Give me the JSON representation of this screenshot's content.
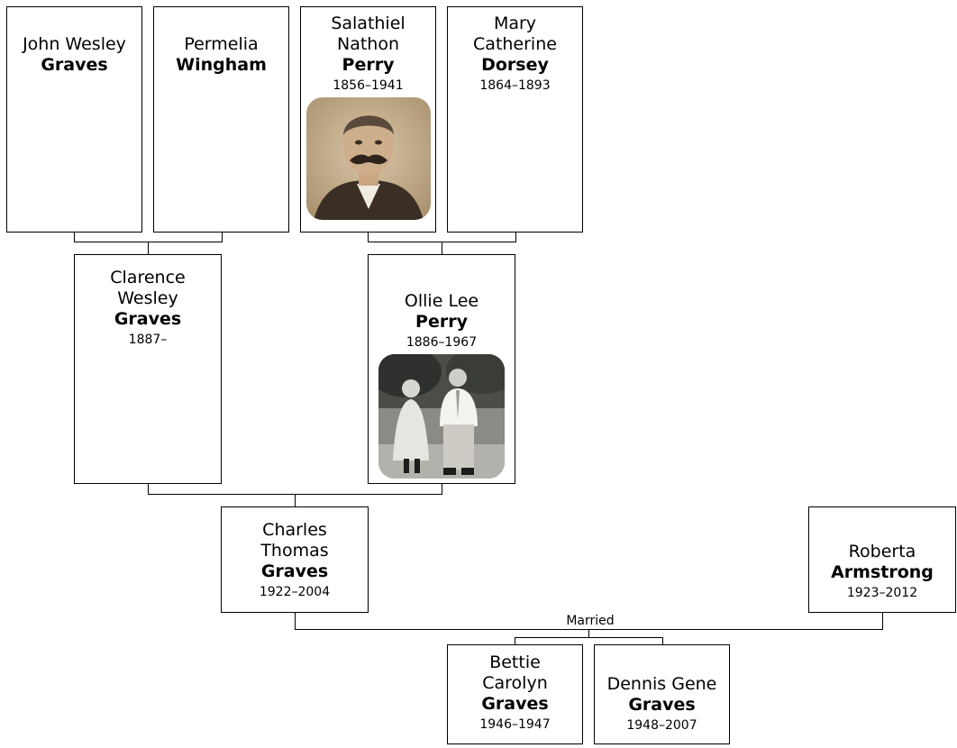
{
  "people": {
    "john": {
      "given": "John Wesley",
      "surname": "Graves",
      "dates": ""
    },
    "permelia": {
      "given": "Permelia",
      "surname": "Wingham",
      "dates": ""
    },
    "salathiel": {
      "given": "Salathiel\nNathon",
      "surname": "Perry",
      "dates": "1856–1941"
    },
    "mary": {
      "given": "Mary\nCatherine",
      "surname": "Dorsey",
      "dates": "1864–1893"
    },
    "clarence": {
      "given": "Clarence\nWesley",
      "surname": "Graves",
      "dates": "1887–"
    },
    "ollie": {
      "given": "Ollie Lee",
      "surname": "Perry",
      "dates": "1886–1967"
    },
    "charles": {
      "given": "Charles\nThomas",
      "surname": "Graves",
      "dates": "1922–2004"
    },
    "roberta": {
      "given": "Roberta",
      "surname": "Armstrong",
      "dates": "1923–2012"
    },
    "bettie": {
      "given": "Bettie\nCarolyn",
      "surname": "Graves",
      "dates": "1946–1947"
    },
    "dennis": {
      "given": "Dennis Gene",
      "surname": "Graves",
      "dates": "1948–2007"
    }
  },
  "marriage_label": "Married"
}
